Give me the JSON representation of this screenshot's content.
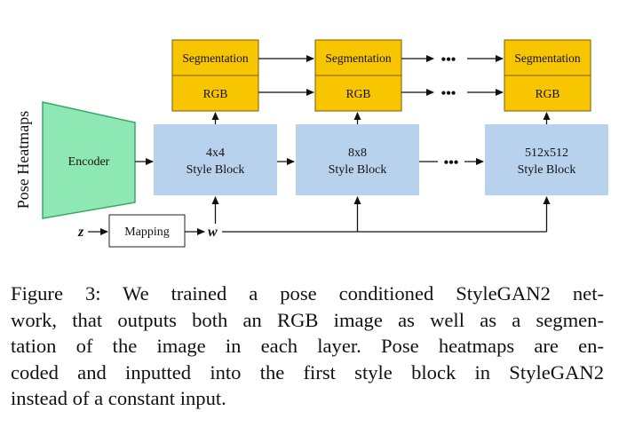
{
  "figure": {
    "side_label": "Pose Heatmaps",
    "encoder": "Encoder",
    "z": "z",
    "mapping": "Mapping",
    "w": "w",
    "ellipsis": "•••",
    "columns": [
      {
        "segmentation": "Segmentation",
        "rgb": "RGB",
        "block_size": "4x4",
        "block_name": "Style Block"
      },
      {
        "segmentation": "Segmentation",
        "rgb": "RGB",
        "block_size": "8x8",
        "block_name": "Style Block"
      },
      {
        "segmentation": "Segmentation",
        "rgb": "RGB",
        "block_size": "512x512",
        "block_name": "Style Block"
      }
    ],
    "colors": {
      "encoder_fill": "#8ee8b3",
      "encoder_stroke": "#3aa86a",
      "block_fill": "#b8d2ee",
      "output_fill": "#f7c600",
      "output_stroke": "#7a5d00"
    }
  },
  "caption": {
    "lines": [
      "Figure 3: We trained a pose conditioned StyleGAN2 net-",
      "work, that outputs both an RGB image as well as a segmen-",
      "tation of the image in each layer. Pose heatmaps are en-",
      "coded and inputted into the first style block in StyleGAN2",
      "instead of a constant input."
    ]
  }
}
